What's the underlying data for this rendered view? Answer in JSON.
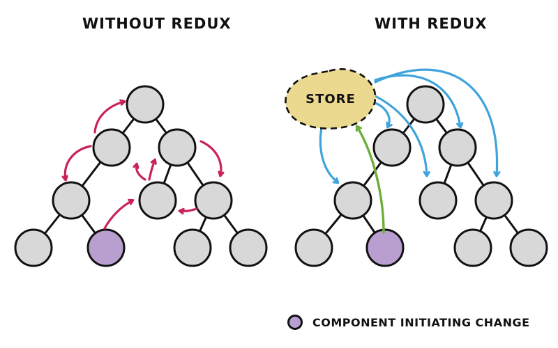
{
  "titles": {
    "left": "WITHOUT REDUX",
    "right": "WITH REDUX"
  },
  "store": {
    "label": "STORE",
    "fill_color": "#ecd990"
  },
  "legend": {
    "label": "COMPONENT INITIATING CHANGE",
    "swatch_color": "#b89fd0"
  },
  "colors": {
    "node_fill": "#d8d8d8",
    "initiator_fill": "#b89fd0",
    "outline": "#111111",
    "prop_drilling_arrow": "#c9225a",
    "store_subscribe_arrow": "#3fa3dc",
    "dispatch_arrow": "#6cae3a"
  },
  "diagrams": [
    {
      "name": "without-redux",
      "nodes": [
        {
          "id": "root"
        },
        {
          "id": "mid-left",
          "parent": "root"
        },
        {
          "id": "mid-right",
          "parent": "root"
        },
        {
          "id": "lower-left",
          "parent": "mid-left"
        },
        {
          "id": "lower-center",
          "parent": "mid-right"
        },
        {
          "id": "lower-right",
          "parent": "mid-right"
        },
        {
          "id": "leaf-1",
          "parent": "lower-left"
        },
        {
          "id": "leaf-initiator",
          "parent": "lower-left",
          "initiator": true
        },
        {
          "id": "leaf-3",
          "parent": "lower-right"
        },
        {
          "id": "leaf-4",
          "parent": "lower-right"
        }
      ]
    },
    {
      "name": "with-redux",
      "nodes": [
        {
          "id": "root"
        },
        {
          "id": "mid-left",
          "parent": "root"
        },
        {
          "id": "mid-right",
          "parent": "root"
        },
        {
          "id": "lower-left",
          "parent": "mid-left"
        },
        {
          "id": "lower-center",
          "parent": "mid-right"
        },
        {
          "id": "lower-right",
          "parent": "mid-right"
        },
        {
          "id": "leaf-1",
          "parent": "lower-left"
        },
        {
          "id": "leaf-initiator",
          "parent": "lower-left",
          "initiator": true
        },
        {
          "id": "leaf-3",
          "parent": "lower-right"
        },
        {
          "id": "leaf-4",
          "parent": "lower-right"
        }
      ]
    }
  ]
}
